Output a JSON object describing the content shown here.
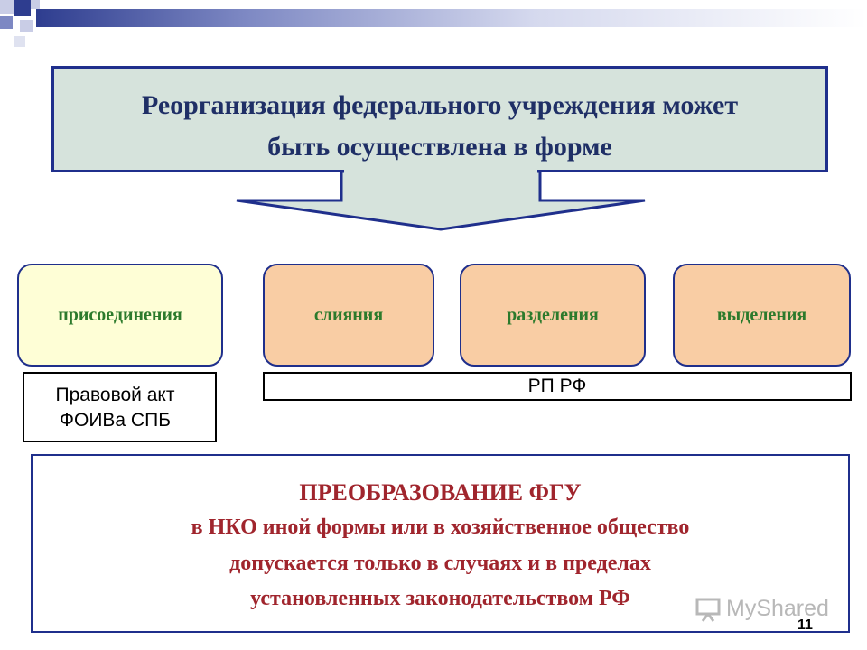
{
  "title": {
    "line1": "Реорганизация федерального учреждения может",
    "line2": "быть осуществлена в форме"
  },
  "forms": [
    {
      "label": "присоединения"
    },
    {
      "label": "слияния"
    },
    {
      "label": "разделения"
    },
    {
      "label": "выделения"
    }
  ],
  "acts": {
    "left_line1": "Правовой акт",
    "left_line2": "ФОИВа СПБ",
    "right": "РП РФ"
  },
  "transformation": {
    "line1": "ПРЕОБРАЗОВАНИЕ ФГУ",
    "line2": "в НКО иной формы или в хозяйственное общество",
    "line3": "допускается только в случаях и в пределах",
    "line4": "установленных законодательством РФ"
  },
  "watermark": "MyShared",
  "slide_number": "11",
  "colors": {
    "title_fill": "#d6e3dc",
    "border_blue": "#1f2f8c",
    "pill_yellow": "#fefed6",
    "pill_orange": "#f9cda4",
    "pill_text_green": "#2c7a2c",
    "bottom_text_red": "#a0252d"
  }
}
